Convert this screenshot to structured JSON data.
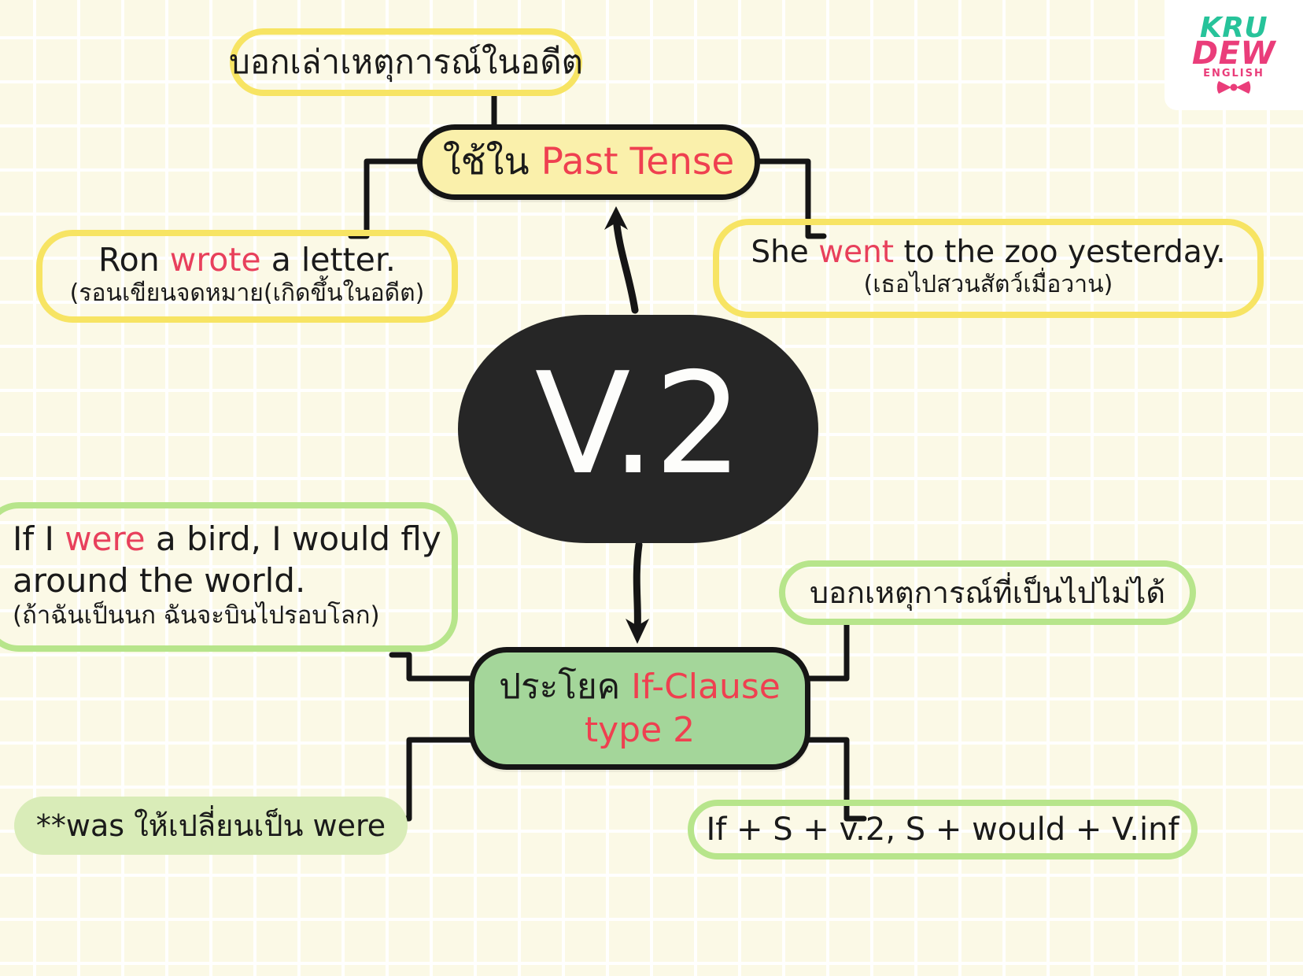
{
  "page": {
    "background_color": "#fbf9e6",
    "grid_line_color": "#ffffff"
  },
  "logo": {
    "line1": "KRU",
    "line2": "DEW",
    "line3": "ENGLISH",
    "color_line1": "#27c39a",
    "color_line2": "#ea3d7a",
    "bow_icon": "bow-tie-icon"
  },
  "hub": {
    "label": "V.2",
    "fill": "#262626",
    "text_color": "#ffffff"
  },
  "branches": {
    "past_tense": {
      "title_th": "ใช้ใน ",
      "title_en": "Past Tense",
      "fill": "#faf0ab",
      "accent": "#ef4050",
      "note": {
        "text": "บอกเล่าเหตุการณ์ในอดีต",
        "outline": "#f7e463"
      },
      "example_left": {
        "en_before": "Ron ",
        "en_accent": "wrote",
        "en_after": " a letter.",
        "th": "(รอนเขียนจดหมาย(เกิดขึ้นในอดีต)",
        "outline": "#f7e463"
      },
      "example_right": {
        "en_before": "She ",
        "en_accent": "went",
        "en_after": " to the zoo yesterday.",
        "th": "(เธอไปสวนสัตว์เมื่อวาน)",
        "outline": "#f7e463"
      }
    },
    "if_clause": {
      "title_th": "ประโยค ",
      "title_en_line1": "If-Clause",
      "title_en_line2": "type 2",
      "fill": "#a4d69a",
      "accent": "#ef4050",
      "note": {
        "text": "บอกเหตุการณ์ที่เป็นไปไม่ได้",
        "outline": "#b7e58b"
      },
      "example": {
        "en_before": "If I ",
        "en_accent": "were",
        "en_after": " a bird, I would fly",
        "en_line2": "around the world.",
        "th": "(ถ้าฉันเป็นนก ฉันจะบินไปรอบโลก)",
        "outline": "#b7e58b"
      },
      "warning": {
        "text": "**was ให้เปลี่ยนเป็น were",
        "fill": "#d9ecb8"
      },
      "formula": {
        "text": "If + S + v.2, S + would + V.inf",
        "outline": "#b7e58b"
      }
    }
  }
}
